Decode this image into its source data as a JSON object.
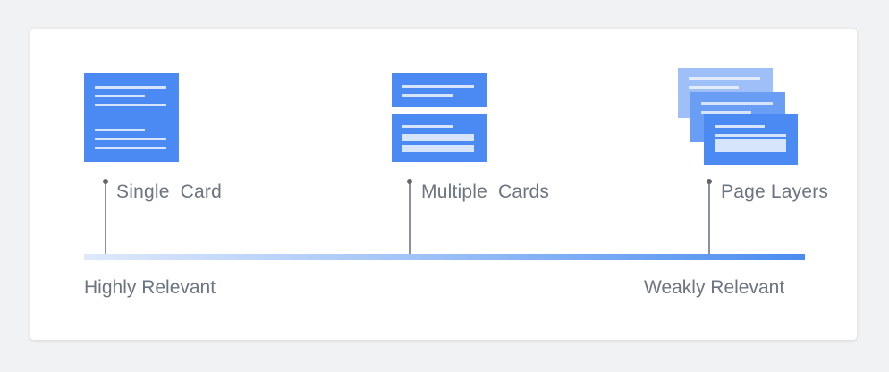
{
  "stages": [
    {
      "label": "Single  Card",
      "icon": "single-card-icon"
    },
    {
      "label": "Multiple  Cards",
      "icon": "multiple-cards-icon"
    },
    {
      "label": "Page Layers",
      "icon": "page-layers-icon"
    }
  ],
  "scale": {
    "left_label": "Highly Relevant",
    "right_label": "Weakly Relevant"
  },
  "colors": {
    "card_blue": "#4a8af2",
    "card_blue_light": "#8db4f5",
    "card_blue_mid": "#6a9ef4",
    "line_white": "#d6e4fc",
    "gradient_start": "#dfe9fb",
    "gradient_end": "#4a8df0"
  }
}
